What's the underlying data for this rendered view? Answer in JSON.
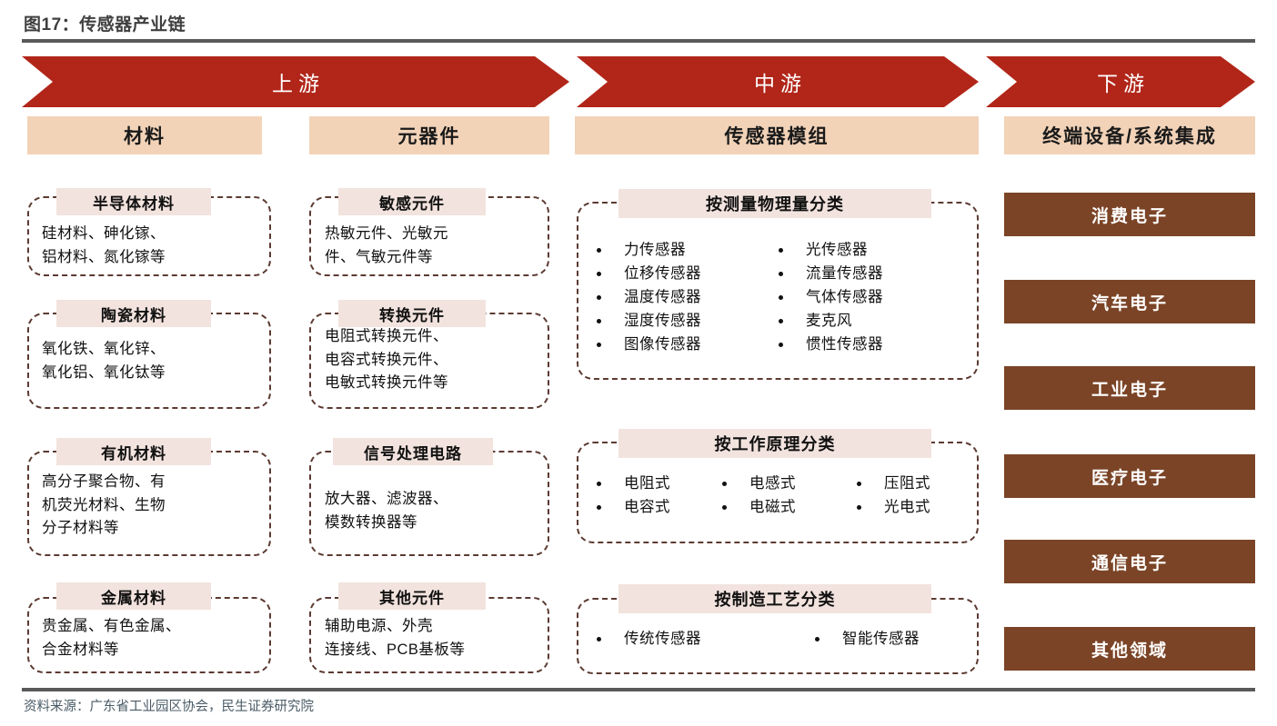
{
  "figure": {
    "title": "图17：传感器产业链",
    "source": "资料来源：广东省工业园区协会，民生证券研究院"
  },
  "colors": {
    "arrow_red": "#b12619",
    "segment_peach": "#f2d3b8",
    "card_title_bg": "#f2e3de",
    "card_border": "#5c3a32",
    "downstream_brown": "#7b4426",
    "rule_gray": "#595959"
  },
  "stages": [
    {
      "label": "上游"
    },
    {
      "label": "中游"
    },
    {
      "label": "下游"
    }
  ],
  "segments": [
    {
      "label": "材料"
    },
    {
      "label": "元器件"
    },
    {
      "label": "传感器模组"
    },
    {
      "label": "终端设备/系统集成"
    }
  ],
  "upstream_materials": [
    {
      "title": "半导体材料",
      "lines": [
        "硅材料、砷化镓、",
        "铝材料、氮化镓等"
      ]
    },
    {
      "title": "陶瓷材料",
      "lines": [
        "氧化铁、氧化锌、",
        "氧化铝、氧化钛等"
      ]
    },
    {
      "title": "有机材料",
      "lines": [
        "高分子聚合物、有",
        "机荧光材料、生物",
        "分子材料等"
      ]
    },
    {
      "title": "金属材料",
      "lines": [
        "贵金属、有色金属、",
        "合金材料等"
      ]
    }
  ],
  "upstream_components": [
    {
      "title": "敏感元件",
      "lines": [
        "热敏元件、光敏元",
        "件、气敏元件等"
      ]
    },
    {
      "title": "转换元件",
      "lines": [
        "电阻式转换元件、",
        "电容式转换元件、",
        "电敏式转换元件等"
      ]
    },
    {
      "title": "信号处理电路",
      "lines": [
        "放大器、滤波器、",
        "模数转换器等"
      ]
    },
    {
      "title": "其他元件",
      "lines": [
        "辅助电源、外壳",
        "连接线、PCB基板等"
      ]
    }
  ],
  "midstream": [
    {
      "title": "按测量物理量分类",
      "columns": [
        [
          "力传感器",
          "位移传感器",
          "温度传感器",
          "湿度传感器",
          "图像传感器"
        ],
        [
          "光传感器",
          "流量传感器",
          "气体传感器",
          "麦克风",
          "惯性传感器"
        ]
      ]
    },
    {
      "title": "按工作原理分类",
      "columns": [
        [
          "电阻式",
          "电容式"
        ],
        [
          "电感式",
          "电磁式"
        ],
        [
          "压阻式",
          "光电式"
        ]
      ]
    },
    {
      "title": "按制造工艺分类",
      "columns": [
        [
          "传统传感器"
        ],
        [
          "智能传感器"
        ]
      ]
    }
  ],
  "downstream": [
    {
      "label": "消费电子"
    },
    {
      "label": "汽车电子"
    },
    {
      "label": "工业电子"
    },
    {
      "label": "医疗电子"
    },
    {
      "label": "通信电子"
    },
    {
      "label": "其他领域"
    }
  ]
}
